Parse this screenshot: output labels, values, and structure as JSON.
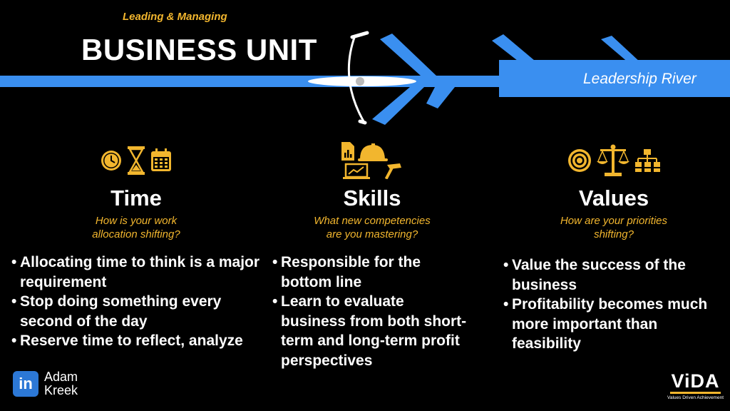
{
  "header": {
    "subtitle": "Leading & Managing",
    "title": "BUSINESS UNIT",
    "river_label": "Leadership River"
  },
  "columns": [
    {
      "title": "Time",
      "question": [
        "How is your work",
        "allocation shifting?"
      ],
      "icons": [
        "clock-icon",
        "hourglass-icon",
        "calendar-icon"
      ],
      "bullets": [
        "Allocating time to think is a major requirement",
        "Stop doing something every second of the day",
        "Reserve time to reflect, analyze"
      ]
    },
    {
      "title": "Skills",
      "question": [
        "What new competencies",
        "are you mastering?"
      ],
      "icons": [
        "report-icon",
        "hard-hat-icon",
        "laptop-chart-icon",
        "hammer-icon"
      ],
      "bullets": [
        "Responsible for the bottom line",
        "Learn to evaluate business from both short-term and long-term profit perspectives"
      ]
    },
    {
      "title": "Values",
      "question": [
        "How are your priorities",
        "shifting?"
      ],
      "icons": [
        "target-icon",
        "scales-icon",
        "org-chart-icon"
      ],
      "bullets": [
        "Value the success of the business",
        "Profitability becomes much more important than feasibility"
      ]
    }
  ],
  "footer": {
    "linkedin_badge": "in",
    "author_first": "Adam",
    "author_last": "Kreek",
    "logo_word": "ViDA",
    "logo_tagline": "Values Driven Achievement"
  },
  "colors": {
    "background": "#000000",
    "river": "#3a8ff0",
    "accent": "#f2b62e",
    "text": "#ffffff"
  }
}
